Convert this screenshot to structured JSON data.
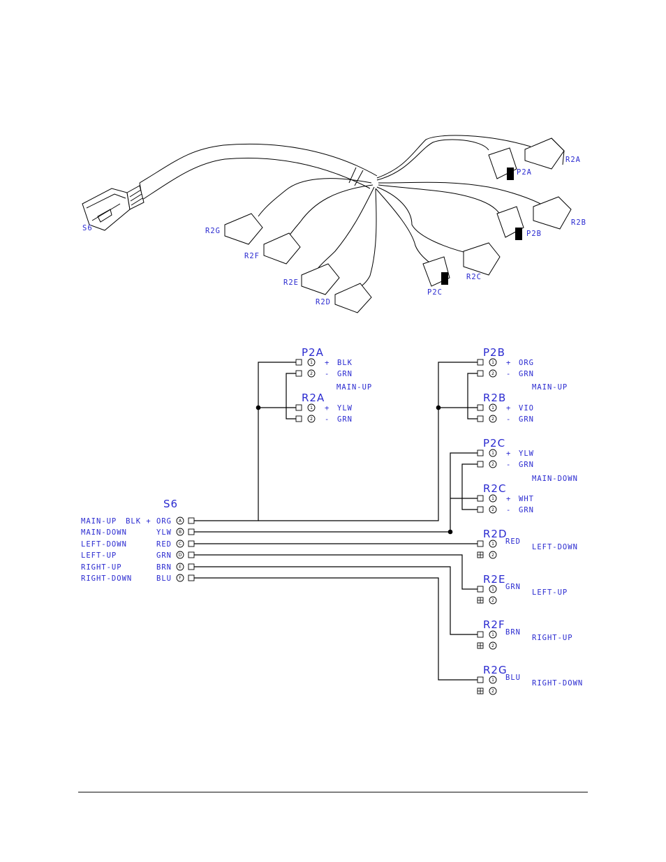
{
  "illustration": {
    "harness_label": "S6",
    "connector_labels": [
      "R2A",
      "P2A",
      "R2B",
      "P2B",
      "R2C",
      "P2C",
      "R2G",
      "R2F",
      "R2E",
      "R2D"
    ]
  },
  "schematic": {
    "source": {
      "name": "S6",
      "rows": [
        {
          "function": "MAIN-UP",
          "color": "BLK + ORG",
          "pin": "A"
        },
        {
          "function": "MAIN-DOWN",
          "color": "YLW",
          "pin": "B"
        },
        {
          "function": "LEFT-DOWN",
          "color": "RED",
          "pin": "C"
        },
        {
          "function": "LEFT-UP",
          "color": "GRN",
          "pin": "D"
        },
        {
          "function": "RIGHT-UP",
          "color": "BRN",
          "pin": "E"
        },
        {
          "function": "RIGHT-DOWN",
          "color": "BLU",
          "pin": "F"
        }
      ]
    },
    "connectors": [
      {
        "name": "P2A",
        "pins": [
          {
            "pin": "1",
            "sign": "+",
            "color": "BLK"
          },
          {
            "pin": "2",
            "sign": "-",
            "color": "GRN"
          }
        ]
      },
      {
        "name": "R2A",
        "pins": [
          {
            "pin": "1",
            "sign": "+",
            "color": "YLW"
          },
          {
            "pin": "2",
            "sign": "-",
            "color": "GRN"
          }
        ]
      },
      {
        "name": "P2B",
        "pins": [
          {
            "pin": "1",
            "sign": "+",
            "color": "ORG"
          },
          {
            "pin": "2",
            "sign": "-",
            "color": "GRN"
          }
        ]
      },
      {
        "name": "R2B",
        "pins": [
          {
            "pin": "1",
            "sign": "+",
            "color": "VIO"
          },
          {
            "pin": "2",
            "sign": "-",
            "color": "GRN"
          }
        ]
      },
      {
        "name": "P2C",
        "pins": [
          {
            "pin": "1",
            "sign": "+",
            "color": "YLW"
          },
          {
            "pin": "2",
            "sign": "-",
            "color": "GRN"
          }
        ]
      },
      {
        "name": "R2C",
        "pins": [
          {
            "pin": "1",
            "sign": "+",
            "color": "WHT"
          },
          {
            "pin": "2",
            "sign": "-",
            "color": "GRN"
          }
        ]
      },
      {
        "name": "R2D",
        "pins": [
          {
            "pin": "1",
            "sign": "",
            "color": "RED"
          },
          {
            "pin": "2",
            "sign": "",
            "color": ""
          }
        ]
      },
      {
        "name": "R2E",
        "pins": [
          {
            "pin": "1",
            "sign": "",
            "color": "GRN"
          },
          {
            "pin": "2",
            "sign": "",
            "color": ""
          }
        ]
      },
      {
        "name": "R2F",
        "pins": [
          {
            "pin": "1",
            "sign": "",
            "color": "BRN"
          },
          {
            "pin": "2",
            "sign": "",
            "color": ""
          }
        ]
      },
      {
        "name": "R2G",
        "pins": [
          {
            "pin": "1",
            "sign": "",
            "color": "BLU"
          },
          {
            "pin": "2",
            "sign": "",
            "color": ""
          }
        ]
      }
    ],
    "function_labels": {
      "group_a": "MAIN-UP",
      "group_b": "MAIN-UP",
      "group_c": "MAIN-DOWN",
      "r2d": "LEFT-DOWN",
      "r2e": "LEFT-UP",
      "r2f": "RIGHT-UP",
      "r2g": "RIGHT-DOWN"
    }
  }
}
